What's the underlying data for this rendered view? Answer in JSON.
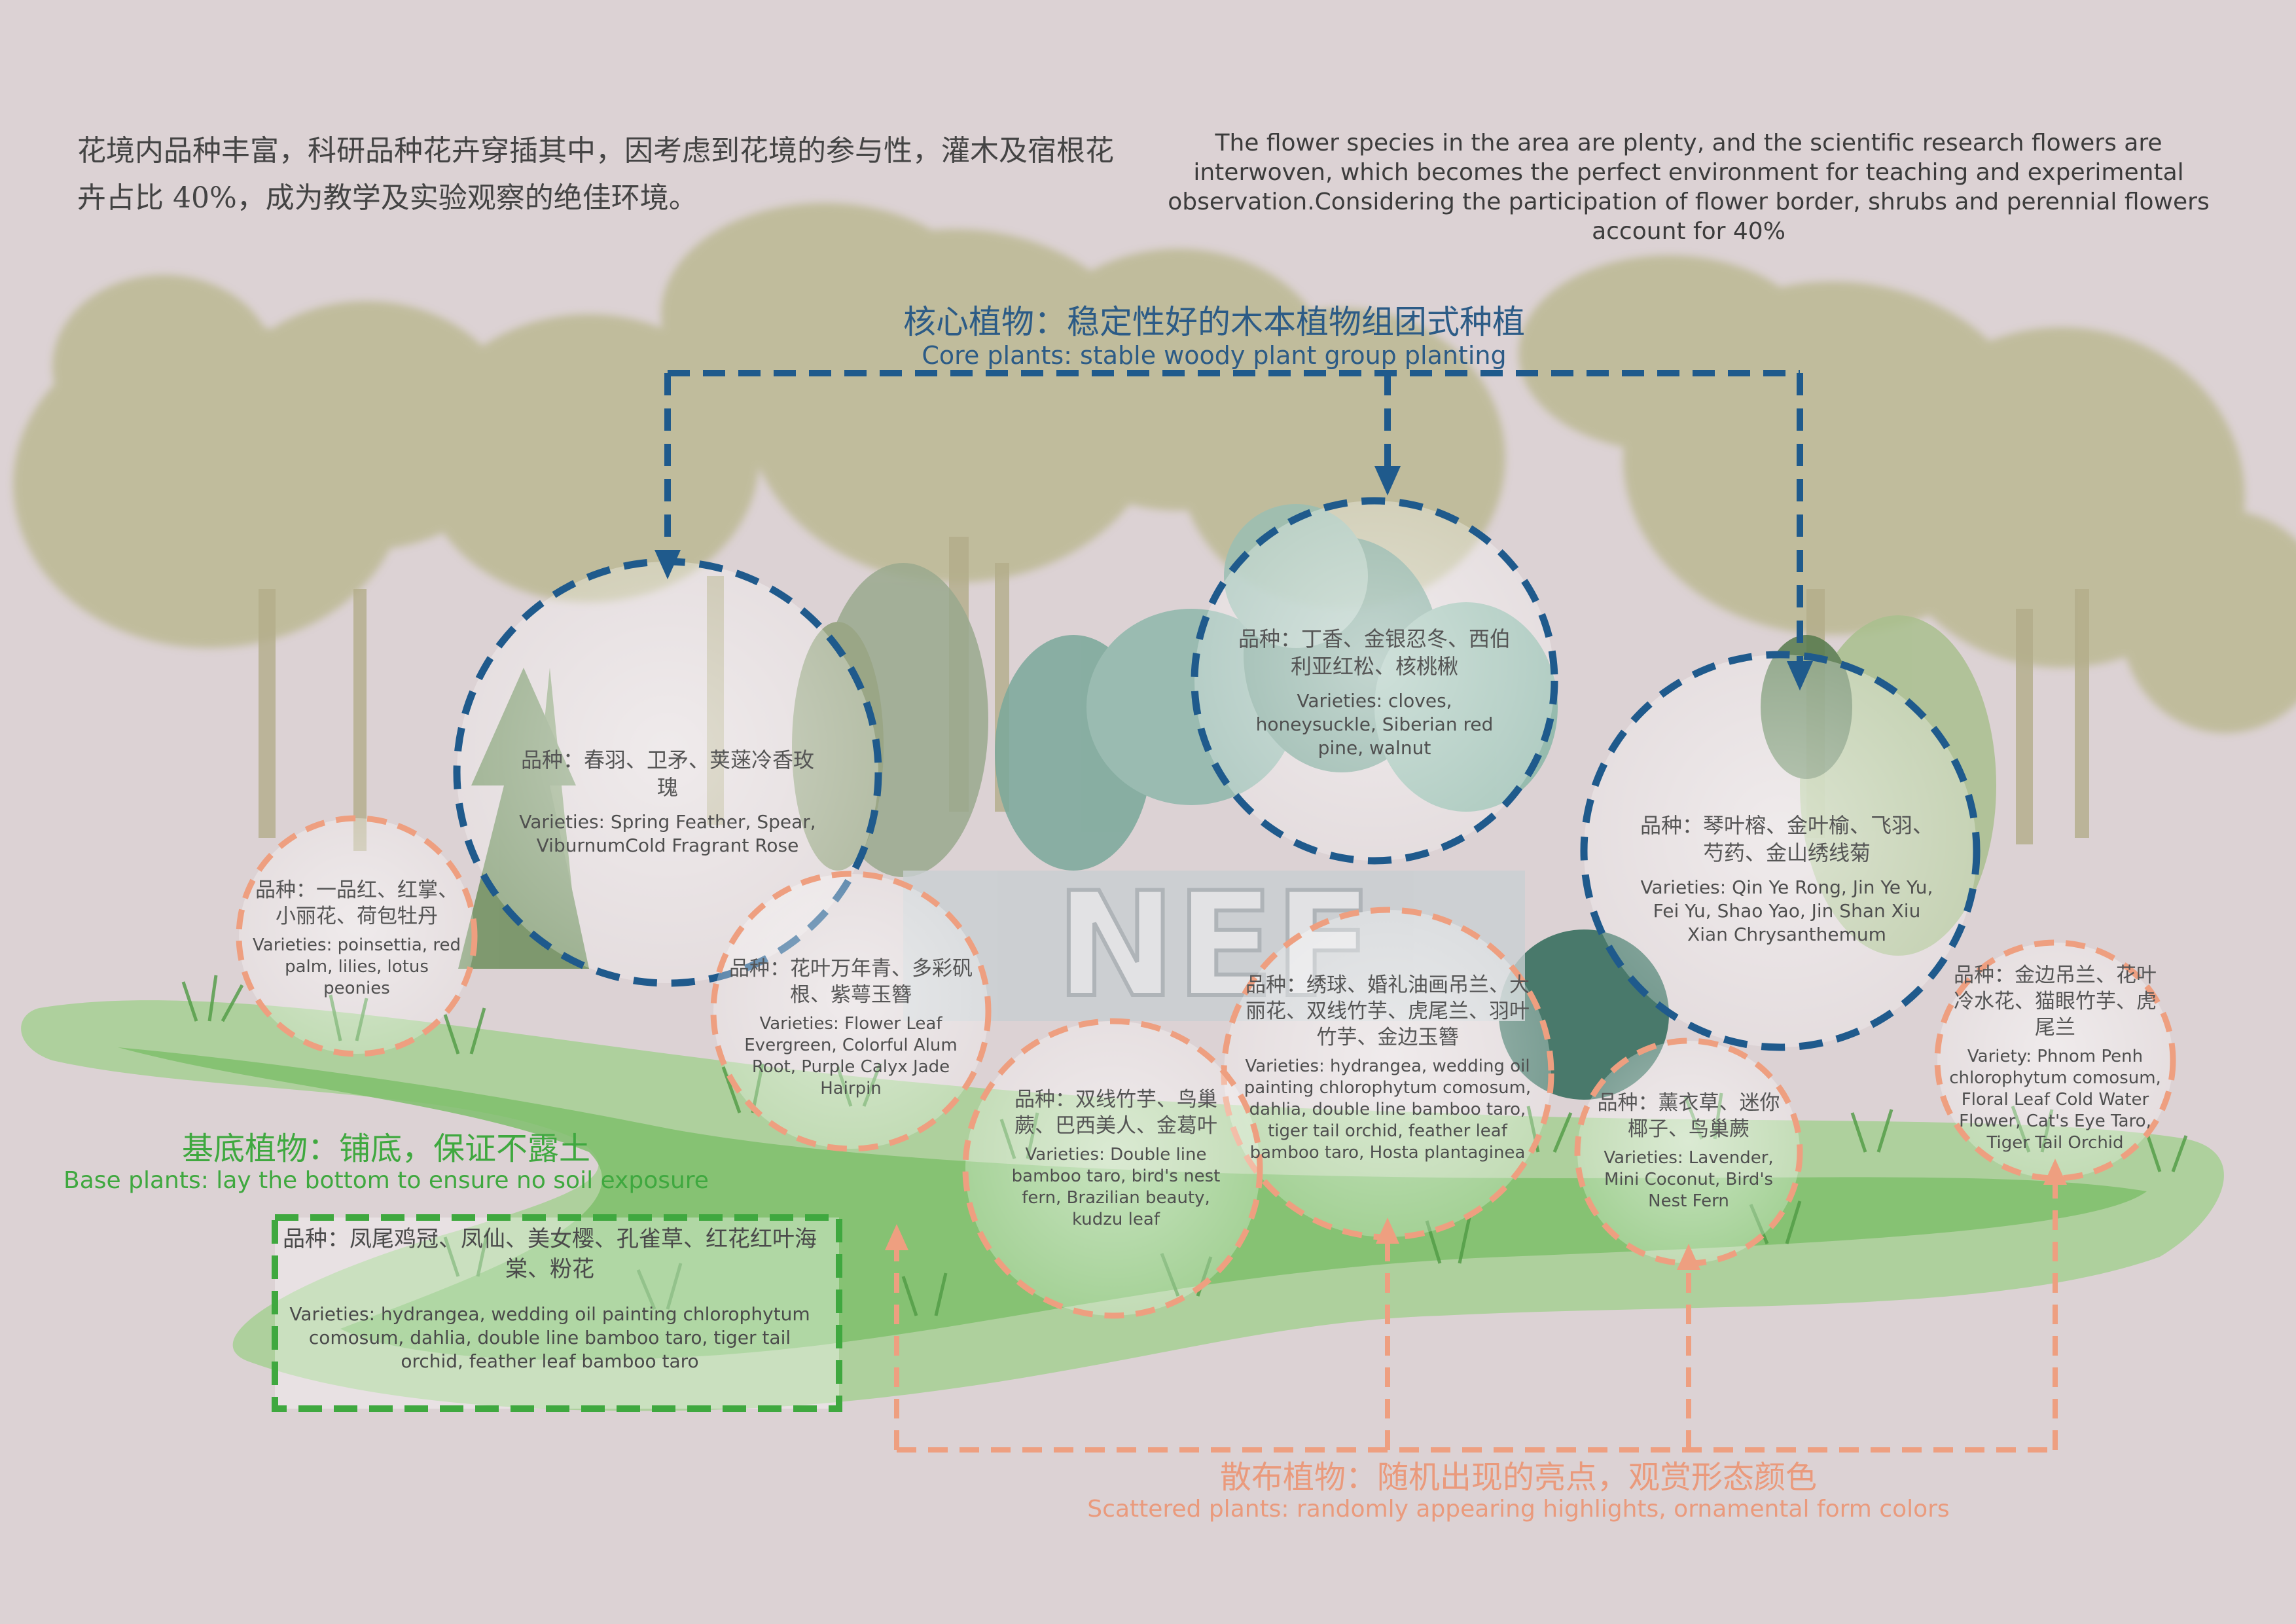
{
  "intro": {
    "zh": "花境内品种丰富，科研品种花卉穿插其中，因考虑到花境的参与性，灌木及宿根花卉占比 40%，成为教学及实验观察的绝佳环境。",
    "en": "The flower species in the area are plenty, and the scientific research flowers are interwoven, which becomes the perfect environment for teaching and experimental observation.Considering the participation of flower border, shrubs and perennial flowers account for 40%"
  },
  "core": {
    "title_zh": "核心植物：稳定性好的木本植物组团式种植",
    "title_en": "Core plants: stable woody plant group planting",
    "color": "#2c5b86"
  },
  "base": {
    "title_zh": "基底植物：铺底，保证不露土",
    "title_en": "Base plants: lay the bottom to ensure no soil exposure",
    "box_zh": "品种：凤尾鸡冠、凤仙、美女樱、孔雀草、红花红叶海棠、粉花",
    "box_en": "Varieties: hydrangea, wedding oil painting chlorophytum comosum, dahlia, double line bamboo taro, tiger tail orchid, feather leaf bamboo taro",
    "color": "#3fa83f"
  },
  "scatter": {
    "title_zh": "散布植物：随机出现的亮点，观赏形态颜色",
    "title_en": "Scattered plants: randomly appearing highlights, ornamental form colors",
    "color": "#ea9a7c"
  },
  "bubbles": [
    {
      "zh": "品种：春羽、卫矛、荚蒾冷香玫瑰",
      "en": "Varieties: Spring Feather, Spear, ViburnumCold Fragrant Rose"
    },
    {
      "zh": "品种：丁香、金银忍冬、西伯利亚红松、核桃楸",
      "en": "Varieties: cloves, honeysuckle, Siberian red pine, walnut"
    },
    {
      "zh": "品种：琴叶榕、金叶榆、飞羽、芍药、金山绣线菊",
      "en": "Varieties: Qin Ye Rong, Jin Ye Yu, Fei Yu, Shao Yao, Jin Shan Xiu Xian Chrysanthemum"
    },
    {
      "zh": "品种：一品红、红掌、小丽花、荷包牡丹",
      "en": "Varieties: poinsettia, red palm, lilies, lotus peonies"
    },
    {
      "zh": "品种：花叶万年青、多彩矾根、紫萼玉簪",
      "en": "Varieties: Flower Leaf Evergreen, Colorful Alum Root, Purple Calyx Jade Hairpin"
    },
    {
      "zh": "品种：绣球、婚礼油画吊兰、大丽花、双线竹芋、虎尾兰、羽叶竹芋、金边玉簪",
      "en": "Varieties: hydrangea, wedding oil painting chlorophytum comosum, dahlia, double line bamboo taro, tiger tail orchid, feather leaf bamboo taro, Hosta plantaginea"
    },
    {
      "zh": "品种：双线竹芋、鸟巢蕨、巴西美人、金葛叶",
      "en": "Varieties: Double line bamboo taro, bird's nest fern, Brazilian beauty, kudzu leaf"
    },
    {
      "zh": "品种：薰衣草、迷你椰子、鸟巢蕨",
      "en": "Varieties: Lavender, Mini Coconut, Bird's Nest Fern"
    },
    {
      "zh": "品种：金边吊兰、花叶冷水花、猫眼竹芋、虎尾兰",
      "en": "Variety: Phnom Penh chlorophytum comosum, Floral Leaf Cold Water Flower, Cat's Eye Taro, Tiger Tail Orchid"
    }
  ],
  "sign_letters": "NEF"
}
